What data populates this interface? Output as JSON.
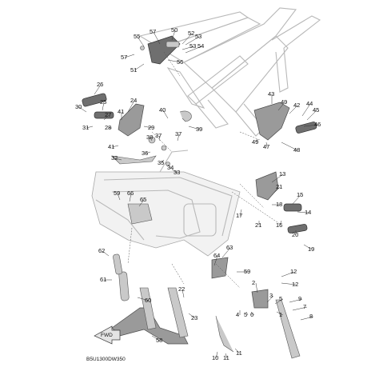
{
  "diagram": {
    "code": "B5U1300DW350",
    "arrow_label": "FWD",
    "callouts": [
      {
        "id": "c57a",
        "label": "57"
      },
      {
        "id": "c55",
        "label": "55"
      },
      {
        "id": "c50",
        "label": "50"
      },
      {
        "id": "c53a",
        "label": "53"
      },
      {
        "id": "c52",
        "label": "52"
      },
      {
        "id": "c53b",
        "label": "53"
      },
      {
        "id": "c54",
        "label": "54"
      },
      {
        "id": "c57b",
        "label": "57"
      },
      {
        "id": "c56",
        "label": "56"
      },
      {
        "id": "c51",
        "label": "51"
      },
      {
        "id": "c26",
        "label": "26"
      },
      {
        "id": "c24",
        "label": "24"
      },
      {
        "id": "c25",
        "label": "25"
      },
      {
        "id": "c30",
        "label": "30"
      },
      {
        "id": "c27",
        "label": "27"
      },
      {
        "id": "c41a",
        "label": "41"
      },
      {
        "id": "c40",
        "label": "40"
      },
      {
        "id": "c28",
        "label": "28"
      },
      {
        "id": "c29",
        "label": "29"
      },
      {
        "id": "c31",
        "label": "31"
      },
      {
        "id": "c37a",
        "label": "37"
      },
      {
        "id": "c37b",
        "label": "37"
      },
      {
        "id": "c39",
        "label": "39"
      },
      {
        "id": "c38",
        "label": "38"
      },
      {
        "id": "c41b",
        "label": "41"
      },
      {
        "id": "c36",
        "label": "36"
      },
      {
        "id": "c32",
        "label": "32"
      },
      {
        "id": "c35",
        "label": "35"
      },
      {
        "id": "c34",
        "label": "34"
      },
      {
        "id": "c33",
        "label": "33"
      },
      {
        "id": "c43",
        "label": "43"
      },
      {
        "id": "c49a",
        "label": "49"
      },
      {
        "id": "c42",
        "label": "42"
      },
      {
        "id": "c44",
        "label": "44"
      },
      {
        "id": "c45",
        "label": "45"
      },
      {
        "id": "c46",
        "label": "46"
      },
      {
        "id": "c49b",
        "label": "49"
      },
      {
        "id": "c47",
        "label": "47"
      },
      {
        "id": "c48",
        "label": "48"
      },
      {
        "id": "c13",
        "label": "13"
      },
      {
        "id": "c21a",
        "label": "21"
      },
      {
        "id": "c15",
        "label": "15"
      },
      {
        "id": "c18",
        "label": "18"
      },
      {
        "id": "c17",
        "label": "17"
      },
      {
        "id": "c14",
        "label": "14"
      },
      {
        "id": "c21b",
        "label": "21"
      },
      {
        "id": "c16",
        "label": "16"
      },
      {
        "id": "c20",
        "label": "20"
      },
      {
        "id": "c19",
        "label": "19"
      },
      {
        "id": "c59a",
        "label": "59"
      },
      {
        "id": "c66",
        "label": "66"
      },
      {
        "id": "c65",
        "label": "65"
      },
      {
        "id": "c62",
        "label": "62"
      },
      {
        "id": "c64",
        "label": "64"
      },
      {
        "id": "c63",
        "label": "63"
      },
      {
        "id": "c59b",
        "label": "59"
      },
      {
        "id": "c12a",
        "label": "12"
      },
      {
        "id": "c61",
        "label": "61"
      },
      {
        "id": "c60",
        "label": "60"
      },
      {
        "id": "c2",
        "label": "2"
      },
      {
        "id": "c12b",
        "label": "12"
      },
      {
        "id": "c22",
        "label": "22"
      },
      {
        "id": "c3",
        "label": "3"
      },
      {
        "id": "c9",
        "label": "9"
      },
      {
        "id": "c5a",
        "label": "5"
      },
      {
        "id": "c7",
        "label": "7"
      },
      {
        "id": "c4",
        "label": "4"
      },
      {
        "id": "c5b",
        "label": "5"
      },
      {
        "id": "c6",
        "label": "6"
      },
      {
        "id": "c1",
        "label": "1"
      },
      {
        "id": "c8",
        "label": "8"
      },
      {
        "id": "c23",
        "label": "23"
      },
      {
        "id": "c58",
        "label": "58"
      },
      {
        "id": "c10",
        "label": "10"
      },
      {
        "id": "c11a",
        "label": "11"
      },
      {
        "id": "c11b",
        "label": "11"
      }
    ]
  }
}
